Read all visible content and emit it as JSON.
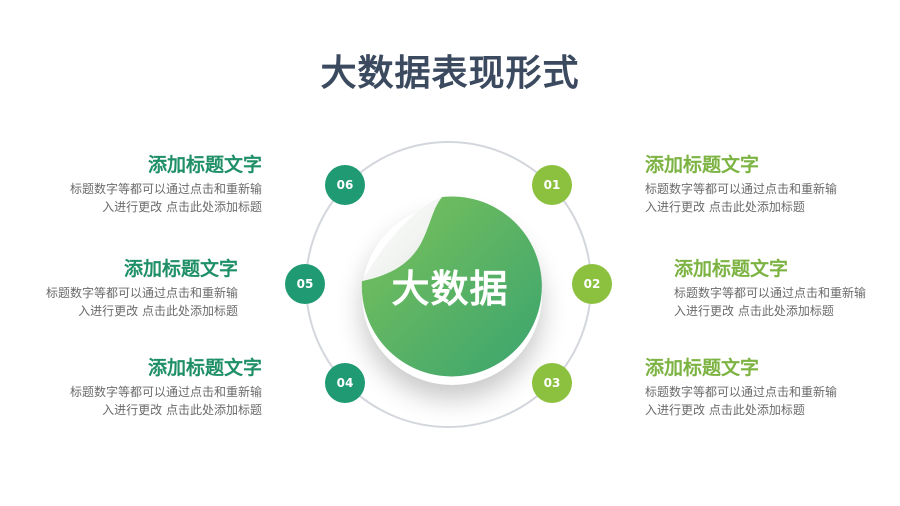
{
  "title": "大数据表现形式",
  "center": {
    "label": "大数据",
    "gradient_start": "#7cc25a",
    "gradient_end": "#3aa46f"
  },
  "colors": {
    "dark_green": "#1f9a72",
    "light_green": "#8cc13f",
    "title": "#3b4a5f",
    "ring": "#d3d6dc"
  },
  "badges": [
    {
      "num": "01",
      "tone": "light"
    },
    {
      "num": "02",
      "tone": "light"
    },
    {
      "num": "03",
      "tone": "light"
    },
    {
      "num": "04",
      "tone": "dark"
    },
    {
      "num": "05",
      "tone": "dark"
    },
    {
      "num": "06",
      "tone": "dark"
    }
  ],
  "items": [
    {
      "id": "01",
      "heading": "添加标题文字",
      "line1": "标题数字等都可以通过点击和重新输",
      "line2": "入进行更改 点击此处添加标题"
    },
    {
      "id": "02",
      "heading": "添加标题文字",
      "line1": "标题数字等都可以通过点击和重新输",
      "line2": "入进行更改 点击此处添加标题"
    },
    {
      "id": "03",
      "heading": "添加标题文字",
      "line1": "标题数字等都可以通过点击和重新输",
      "line2": "入进行更改 点击此处添加标题"
    },
    {
      "id": "04",
      "heading": "添加标题文字",
      "line1": "标题数字等都可以通过点击和重新输",
      "line2": "入进行更改 点击此处添加标题"
    },
    {
      "id": "05",
      "heading": "添加标题文字",
      "line1": "标题数字等都可以通过点击和重新输",
      "line2": "入进行更改 点击此处添加标题"
    },
    {
      "id": "06",
      "heading": "添加标题文字",
      "line1": "标题数字等都可以通过点击和重新输",
      "line2": "入进行更改 点击此处添加标题"
    }
  ]
}
